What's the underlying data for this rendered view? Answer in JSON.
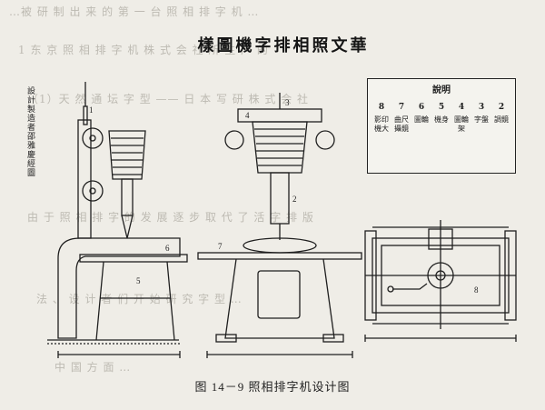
{
  "page": {
    "bleed_lines": [
      "…被 研 制 出 来 的 第 一 台 照 相 排 字 机 …",
      "1 东 京 照 相 排 字 机 株 式 会 社 所 生 产 的",
      "（1）天 然 通 坛 字 型 —— 日 本 写 研 株 式 会 社",
      "由 于 照 相 排 字 的 发 展 逐 步 取 代 了 活 字 排 版",
      "法 、 设 计 者 们 开 始 研 究 字 型 …",
      "中 国 方 面 …"
    ],
    "caption": "图 14－9 照相排字机设计图"
  },
  "drawing": {
    "title": "樣圖機字排相照文華",
    "side_note": "設計製造者邵雅慶經圖",
    "legend": {
      "title": "說明",
      "columns": [
        {
          "num": "8",
          "text": "影印機大"
        },
        {
          "num": "7",
          "text": "曲尺攝鏡"
        },
        {
          "num": "6",
          "text": "圖輪"
        },
        {
          "num": "5",
          "text": "機身"
        },
        {
          "num": "4",
          "text": "圖輪架"
        },
        {
          "num": "3",
          "text": "字盤"
        },
        {
          "num": "2",
          "text": "調鏡"
        }
      ]
    },
    "part_labels": [
      "5",
      "1",
      "6",
      "7",
      "4",
      "3",
      "2",
      "8"
    ]
  }
}
